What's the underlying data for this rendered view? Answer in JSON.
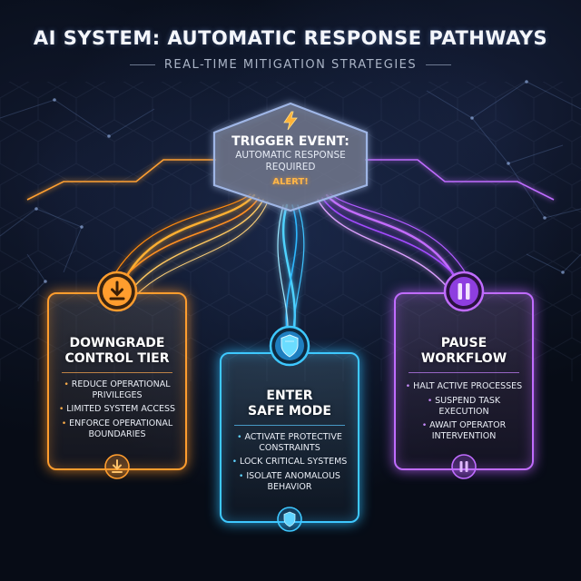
{
  "title": "AI SYSTEM: AUTOMATIC RESPONSE PATHWAYS",
  "subtitle": "REAL-TIME MITIGATION STRATEGIES",
  "trigger": {
    "title": "TRIGGER EVENT:",
    "subtitle_line1": "AUTOMATIC RESPONSE",
    "subtitle_line2": "REQUIRED",
    "alert": "ALERT!",
    "icon": "lightning-bolt-icon"
  },
  "pathways": [
    {
      "title_line1": "DOWNGRADE",
      "title_line2": "CONTROL TIER",
      "icon": "download-arrow-icon",
      "color": "#ff9d2e",
      "items": [
        "REDUCE OPERATIONAL",
        "PRIVILEGES",
        "LIMITED SYSTEM ACCESS",
        "ENFORCE OPERATIONAL",
        "BOUNDARIES"
      ]
    },
    {
      "title_line1": "ENTER",
      "title_line2": "SAFE MODE",
      "icon": "shield-icon",
      "color": "#3ec8ff",
      "items": [
        "ACTIVATE PROTECTIVE",
        "CONSTRAINTS",
        "LOCK CRITICAL SYSTEMS",
        "ISOLATE ANOMALOUS",
        "BEHAVIOR"
      ]
    },
    {
      "title_line1": "PAUSE",
      "title_line2": "WORKFLOW",
      "icon": "pause-icon",
      "color": "#c06cff",
      "items": [
        "HALT ACTIVE PROCESSES",
        "SUSPEND TASK EXECUTION",
        "AWAIT OPERATOR",
        "INTERVENTION"
      ]
    }
  ]
}
